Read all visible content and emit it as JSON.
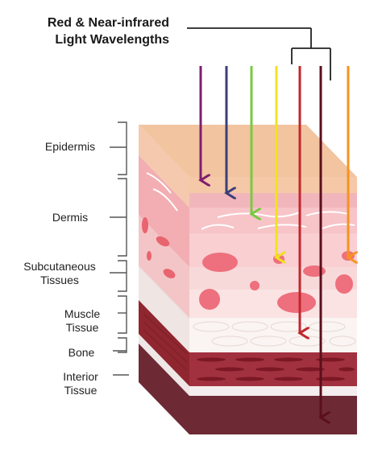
{
  "title_line1": "Red & Near-infrared",
  "title_line2": "Light Wavelengths",
  "layers": [
    {
      "label": "Epidermis"
    },
    {
      "label": "Dermis"
    },
    {
      "label": "Subcutaneous Tissues"
    },
    {
      "label": "Muscle Tissue"
    },
    {
      "label": "Bone"
    },
    {
      "label": "Interior Tissue"
    }
  ],
  "colors": {
    "epidermis": "#f2c9a4",
    "dermis": "#f7c6c9",
    "subcutaneous": "#f5d6d6",
    "blood_cell": "#ee6f7d",
    "muscle": "#a8343f",
    "bone": "#f8f0ee",
    "interior": "#6d2a34"
  },
  "rays": [
    {
      "color": "#7e1e6f",
      "stop": "epidermis"
    },
    {
      "color": "#3a3f78",
      "stop": "epidermis"
    },
    {
      "color": "#7ac943",
      "stop": "dermis"
    },
    {
      "color": "#f2e21d",
      "stop": "subcutaneous"
    },
    {
      "color": "#c1272d",
      "stop": "muscle"
    },
    {
      "color": "#5b0f1c",
      "stop": "interior"
    },
    {
      "color": "#f7931e",
      "stop": "subcutaneous"
    }
  ]
}
